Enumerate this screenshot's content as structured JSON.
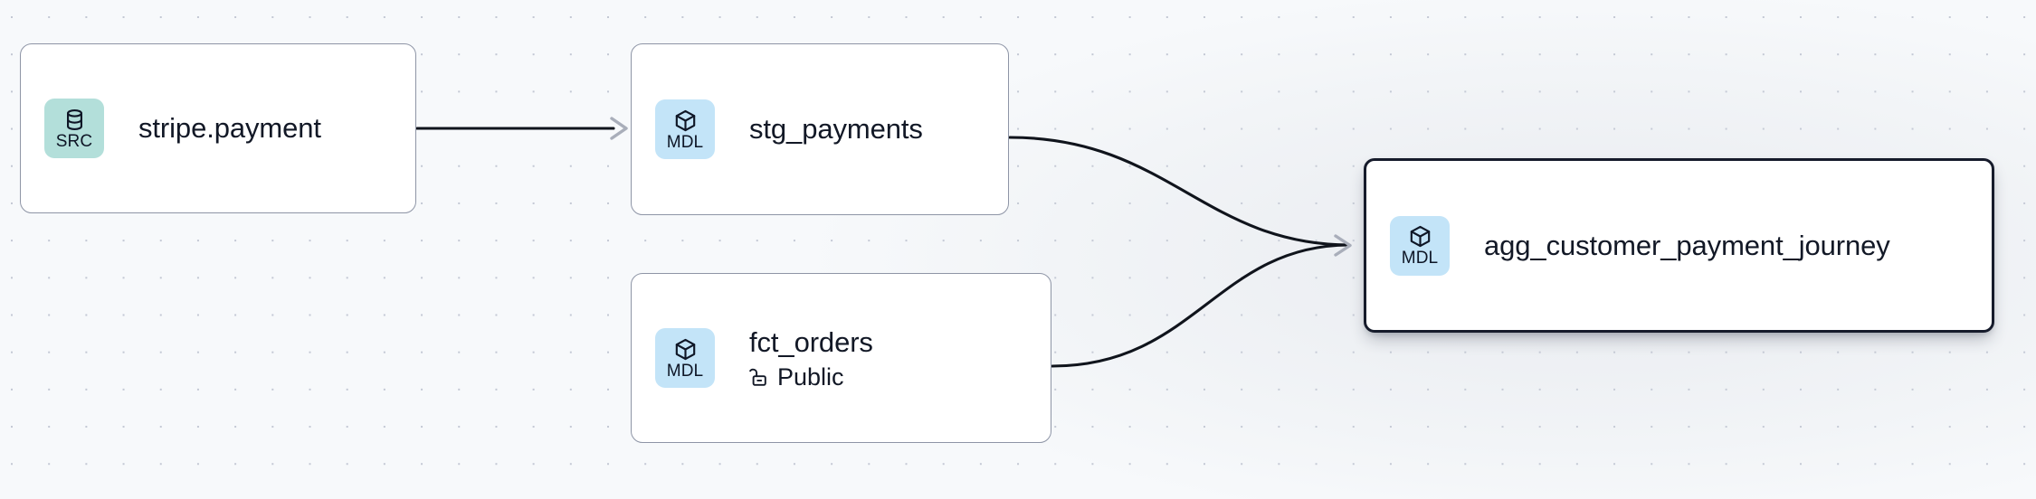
{
  "canvas": {
    "background_color": "#f7f9fb",
    "grid_dot_color": "#c3c8d4",
    "edge_color": "#10141c",
    "arrow_color": "#a9aeba"
  },
  "badges": {
    "src": {
      "label": "SRC",
      "icon": "database-icon",
      "color": "#b3dfda"
    },
    "mdl": {
      "label": "MDL",
      "icon": "cube-icon",
      "color": "#c3e4f8"
    }
  },
  "nodes": [
    {
      "id": "stripe-payment",
      "title": "stripe.payment",
      "badge_label": "SRC",
      "badge_icon": "database-icon",
      "selected": false
    },
    {
      "id": "stg-payments",
      "title": "stg_payments",
      "badge_label": "MDL",
      "badge_icon": "cube-icon",
      "selected": false
    },
    {
      "id": "fct-orders",
      "title": "fct_orders",
      "badge_label": "MDL",
      "badge_icon": "cube-icon",
      "visibility": "Public",
      "visibility_icon": "unlock-icon",
      "selected": false
    },
    {
      "id": "agg-customer-payment-journey",
      "title": "agg_customer_payment_journey",
      "badge_label": "MDL",
      "badge_icon": "cube-icon",
      "selected": true
    }
  ],
  "edges": [
    {
      "id": "edge-stripe-to-stg",
      "from": "stripe-payment",
      "to": "stg-payments",
      "style": "straight"
    },
    {
      "id": "edge-stg-to-agg",
      "from": "stg-payments",
      "to": "agg-customer-payment-journey",
      "style": "bezier"
    },
    {
      "id": "edge-fct-to-agg",
      "from": "fct-orders",
      "to": "agg-customer-payment-journey",
      "style": "bezier"
    }
  ]
}
